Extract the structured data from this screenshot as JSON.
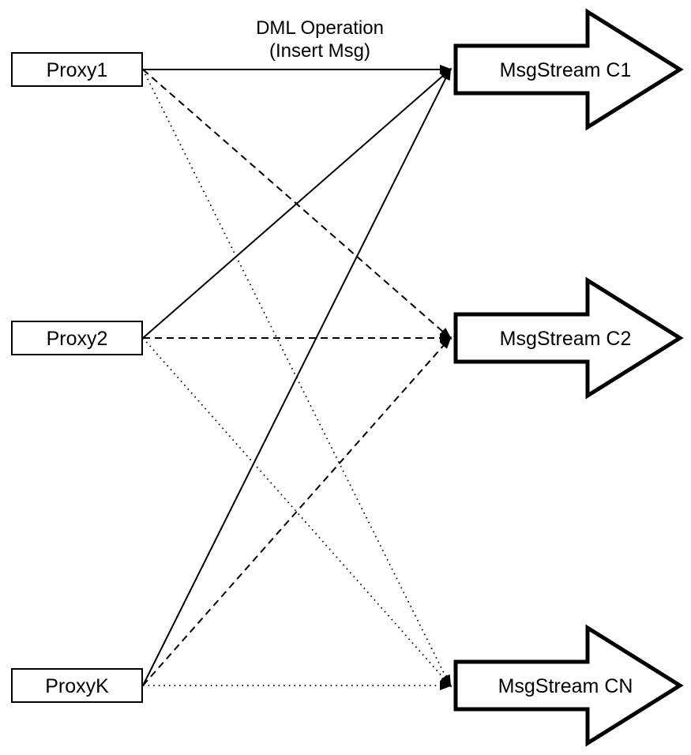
{
  "background": "#ffffff",
  "ink_color": "#000000",
  "top_label": {
    "line1": "DML Operation",
    "line2": "(Insert Msg)"
  },
  "proxies": [
    {
      "id": "proxy1",
      "label": "Proxy1"
    },
    {
      "id": "proxy2",
      "label": "Proxy2"
    },
    {
      "id": "proxyk",
      "label": "ProxyK"
    }
  ],
  "streams": [
    {
      "id": "c1",
      "label": "MsgStream C1"
    },
    {
      "id": "c2",
      "label": "MsgStream C2"
    },
    {
      "id": "cn",
      "label": "MsgStream CN"
    }
  ],
  "edges": [
    {
      "from": "proxy1",
      "to": "c1",
      "style": "solid"
    },
    {
      "from": "proxy1",
      "to": "c2",
      "style": "dashed"
    },
    {
      "from": "proxy1",
      "to": "cn",
      "style": "dotted"
    },
    {
      "from": "proxy2",
      "to": "c1",
      "style": "solid"
    },
    {
      "from": "proxy2",
      "to": "c2",
      "style": "dashed"
    },
    {
      "from": "proxy2",
      "to": "cn",
      "style": "dotted"
    },
    {
      "from": "proxyk",
      "to": "c1",
      "style": "solid"
    },
    {
      "from": "proxyk",
      "to": "c2",
      "style": "dashed"
    },
    {
      "from": "proxyk",
      "to": "cn",
      "style": "dotted"
    }
  ]
}
